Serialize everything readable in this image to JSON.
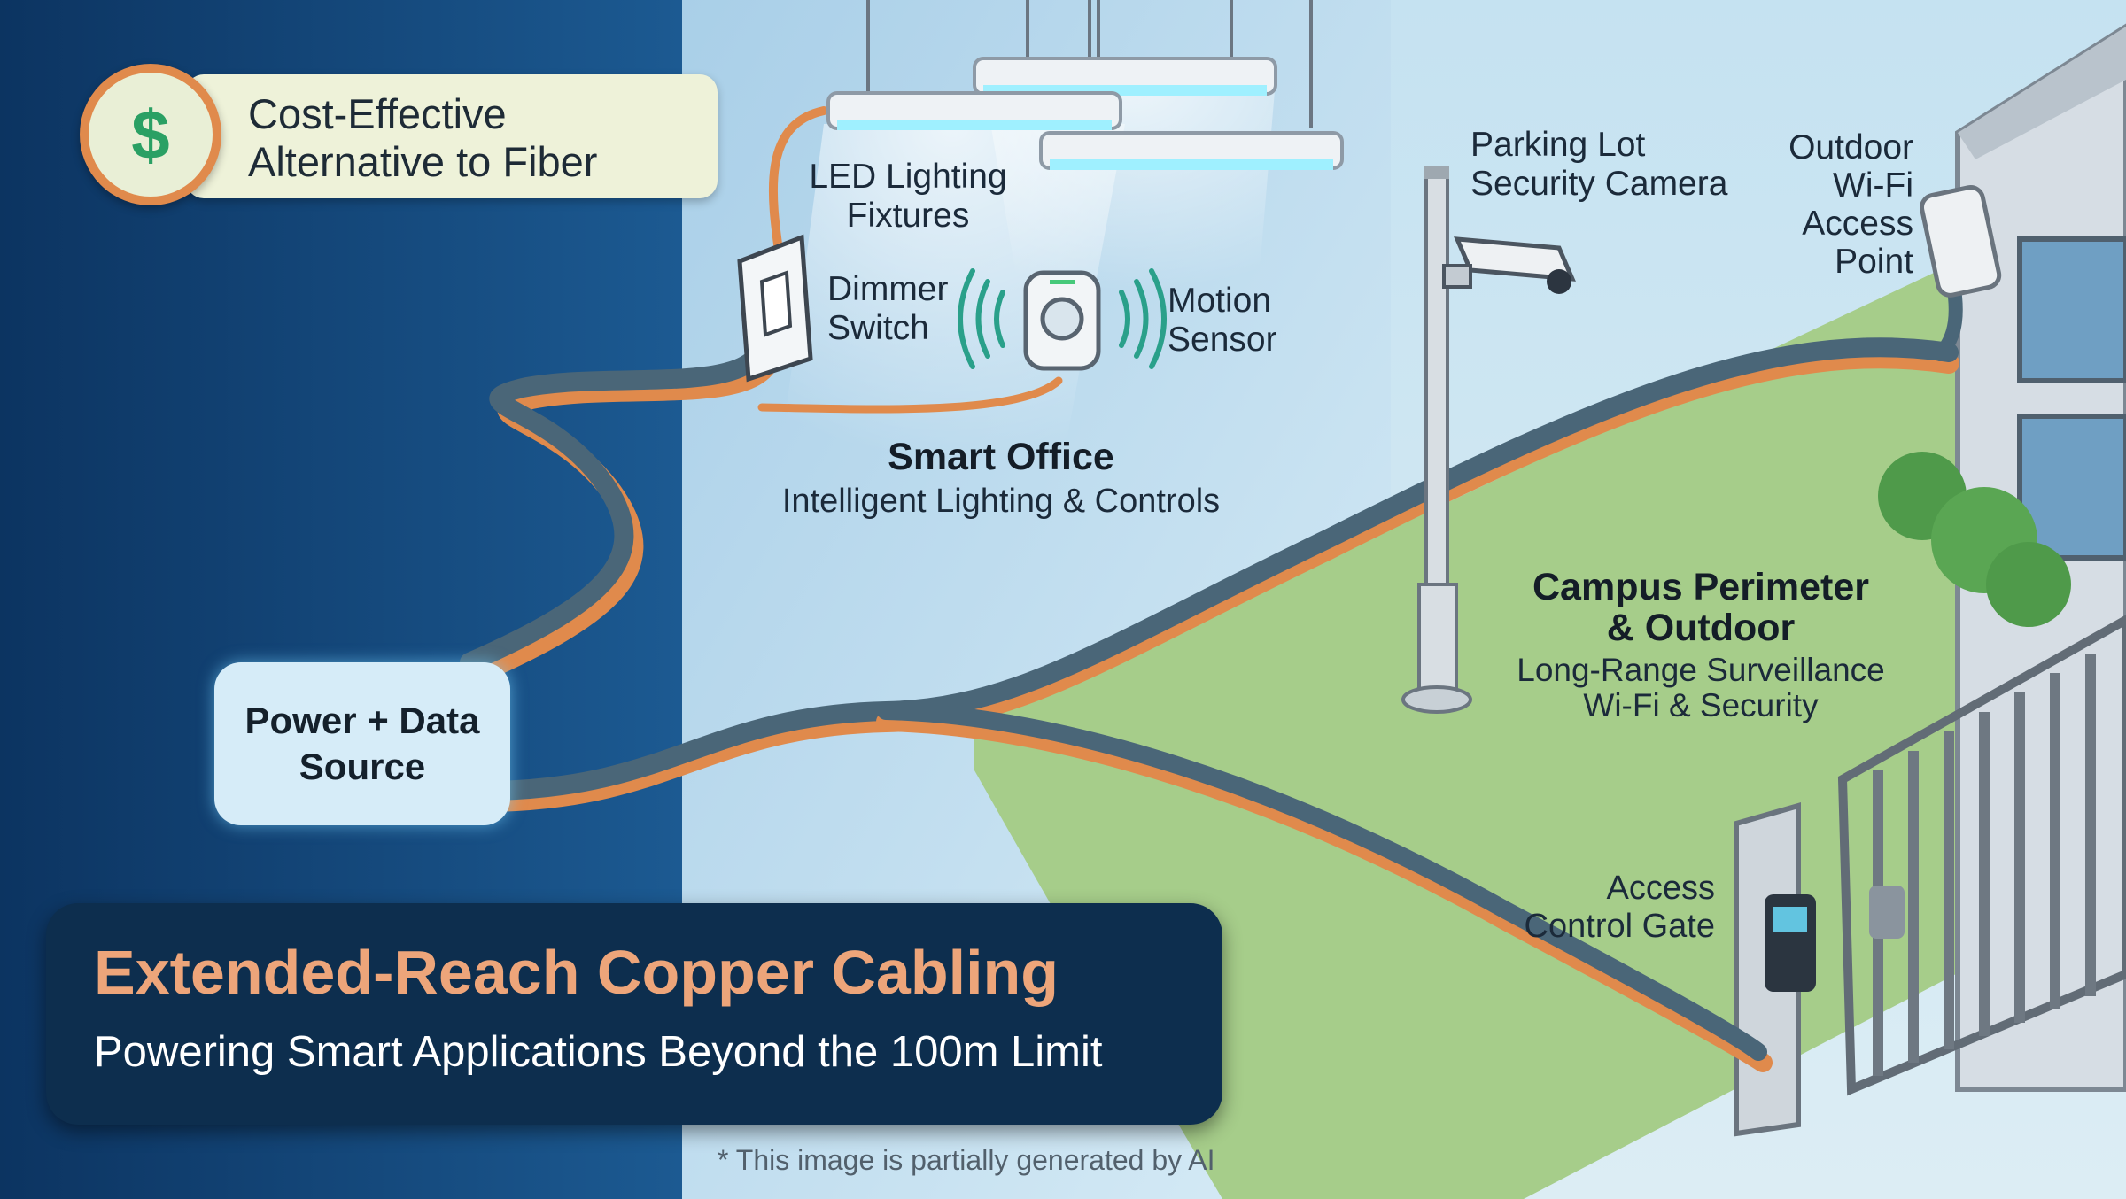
{
  "badge": {
    "symbol": "$",
    "line1": "Cost-Effective",
    "line2": "Alternative to Fiber"
  },
  "source": {
    "line1": "Power + Data",
    "line2": "Source"
  },
  "labels": {
    "led_lighting": {
      "line1": "LED Lighting",
      "line2": "Fixtures"
    },
    "dimmer": {
      "line1": "Dimmer",
      "line2": "Switch"
    },
    "motion": {
      "line1": "Motion",
      "line2": "Sensor"
    },
    "camera": {
      "line1": "Parking Lot",
      "line2": "Security Camera"
    },
    "wifi": {
      "line1": "Outdoor",
      "line2": "Wi-Fi",
      "line3": "Access",
      "line4": "Point"
    },
    "gate": {
      "line1": "Access",
      "line2": "Control Gate"
    }
  },
  "zones": {
    "office": {
      "title": "Smart Office",
      "subtitle": "Intelligent Lighting & Controls"
    },
    "campus": {
      "title1": "Campus Perimeter",
      "title2": "& Outdoor",
      "subtitle1": "Long-Range Surveillance",
      "subtitle2": "Wi-Fi & Security"
    }
  },
  "title": {
    "main": "Extended-Reach Copper Cabling",
    "sub": "Powering Smart Applications Beyond the 100m Limit"
  },
  "footnote": "*  This image is partially generated by AI",
  "colors": {
    "copper": "#e08a4c",
    "cable": "#4a6678",
    "navy": "#0d2e4e",
    "grass": "#a6cd8a",
    "title_accent": "#eda57a"
  }
}
